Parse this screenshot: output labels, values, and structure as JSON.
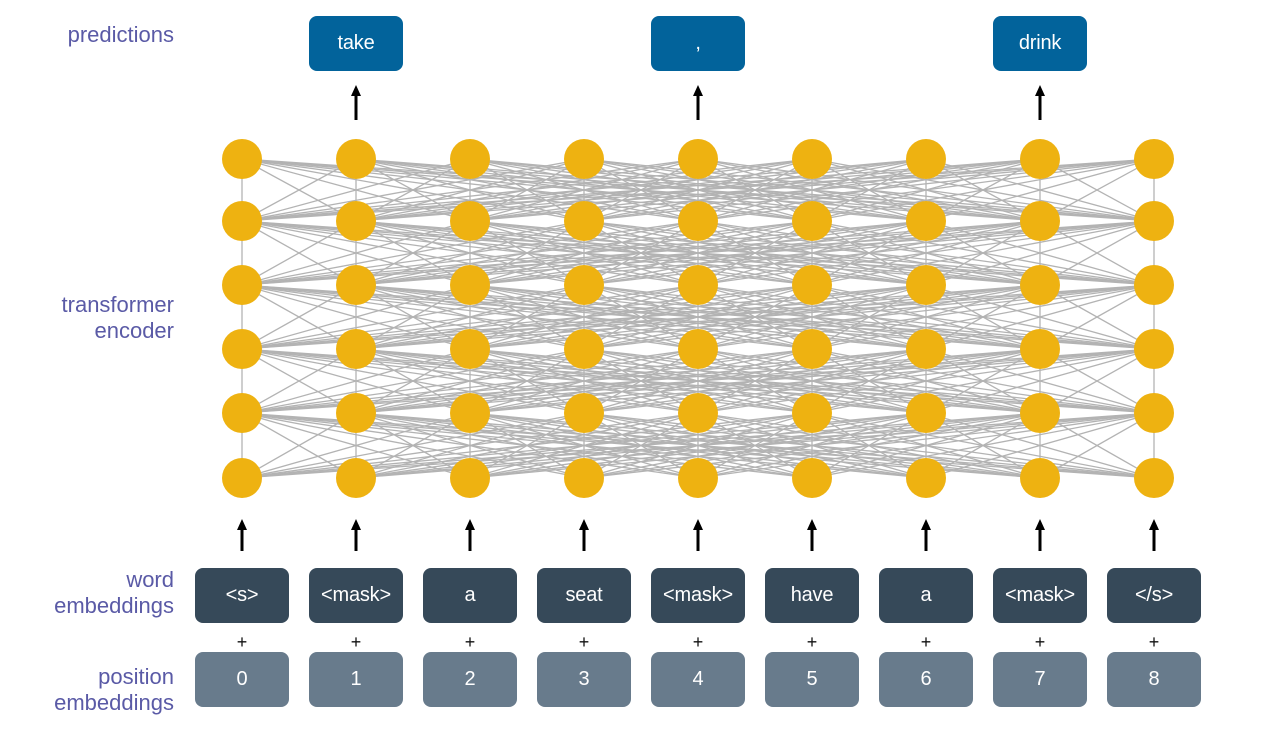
{
  "labels": {
    "predictions": "predictions",
    "encoder": [
      "transformer",
      "encoder"
    ],
    "word": [
      "word",
      "embeddings"
    ],
    "position": [
      "position",
      "embeddings"
    ]
  },
  "tokens": [
    "<s>",
    "<mask>",
    "a",
    "seat",
    "<mask>",
    "have",
    "a",
    "<mask>",
    "</s>"
  ],
  "positions": [
    "0",
    "1",
    "2",
    "3",
    "4",
    "5",
    "6",
    "7",
    "8"
  ],
  "predictions": [
    {
      "column": 1,
      "text": "take"
    },
    {
      "column": 4,
      "text": ","
    },
    {
      "column": 7,
      "text": "drink"
    }
  ],
  "plus_sign": "+",
  "encoder_layers": 6,
  "connectivity": "fully-connected between adjacent layers",
  "colors": {
    "label": "#5a5aa6",
    "prediction_box": "#02639b",
    "word_box": "#364959",
    "position_box": "#687b8c",
    "node": "#eeb211",
    "edge": "#b3b3b3",
    "arrow": "#000000"
  }
}
